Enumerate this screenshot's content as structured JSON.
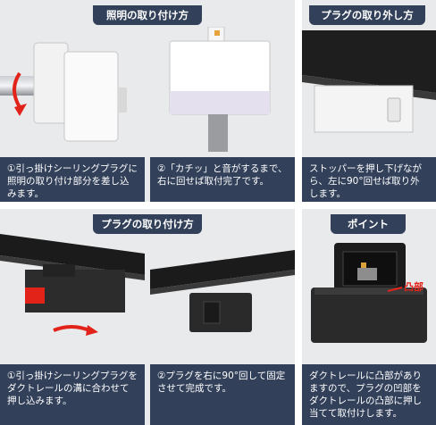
{
  "panels": {
    "top_left": {
      "title": "照明の取り付け方",
      "step1": "①引っ掛けシーリングプラグに照明の取り付け部分を差し込みます。",
      "step2": "②「カチッ」と音がするまで、右に回せば取付完了です。"
    },
    "top_right": {
      "title": "プラグの取り外し方",
      "step": "ストッパーを押し下げながら、左に90°回せば取り外します。"
    },
    "bottom_left": {
      "title": "プラグの取り付け方",
      "step1": "①引っ掛けシーリングプラグをダクトレールの溝に合わせて押し込みます。",
      "step2": "②プラグを右に90°回して固定させて完成です。"
    },
    "bottom_right": {
      "title": "ポイント",
      "callout": "凸部",
      "text": "ダクトレールに凸部がありますので、プラグの凹部をダクトレールの凸部に押し当てて取付けします。"
    }
  },
  "colors": {
    "caption_bg": "#32405a",
    "accent_red": "#e2231a"
  }
}
